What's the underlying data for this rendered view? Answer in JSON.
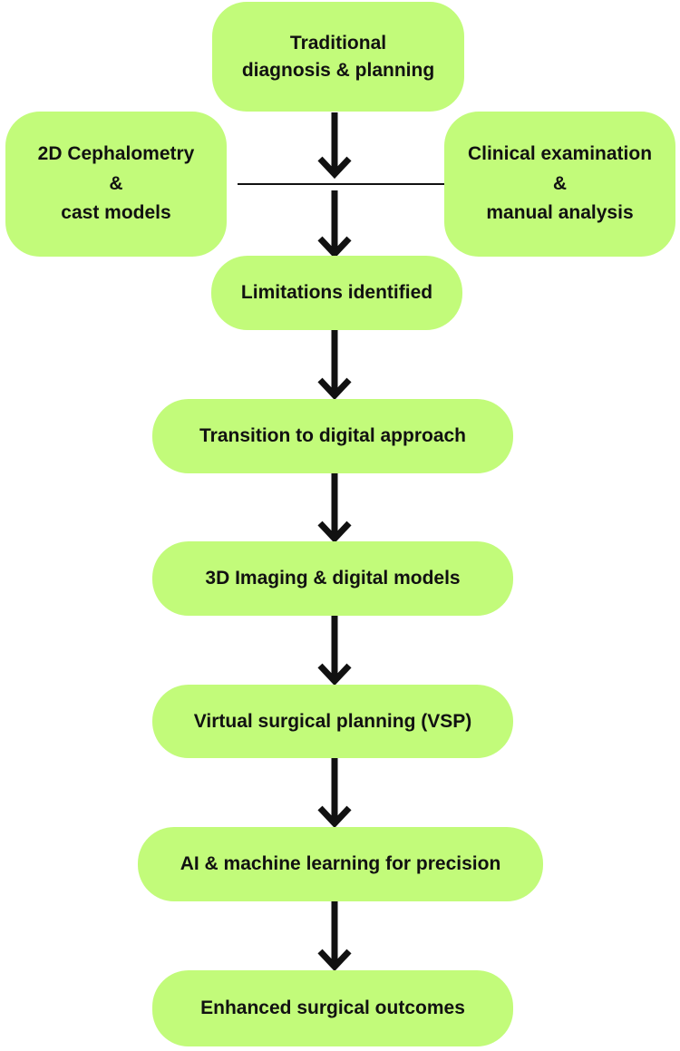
{
  "diagram": {
    "top_node": {
      "lines": [
        "Traditional",
        "diagnosis & planning"
      ]
    },
    "left_node": {
      "lines": [
        "2D Cephalometry",
        "&",
        "cast models"
      ]
    },
    "right_node": {
      "lines": [
        "Clinical examination",
        "&",
        "manual analysis"
      ]
    },
    "steps": [
      "Limitations identified",
      "Transition to digital approach",
      "3D Imaging & digital models",
      "Virtual surgical planning (VSP)",
      "AI & machine learning for precision",
      "Enhanced surgical outcomes"
    ],
    "colors": {
      "node_fill": "#c2fb7a",
      "arrow": "#111111",
      "text": "#111111"
    }
  }
}
